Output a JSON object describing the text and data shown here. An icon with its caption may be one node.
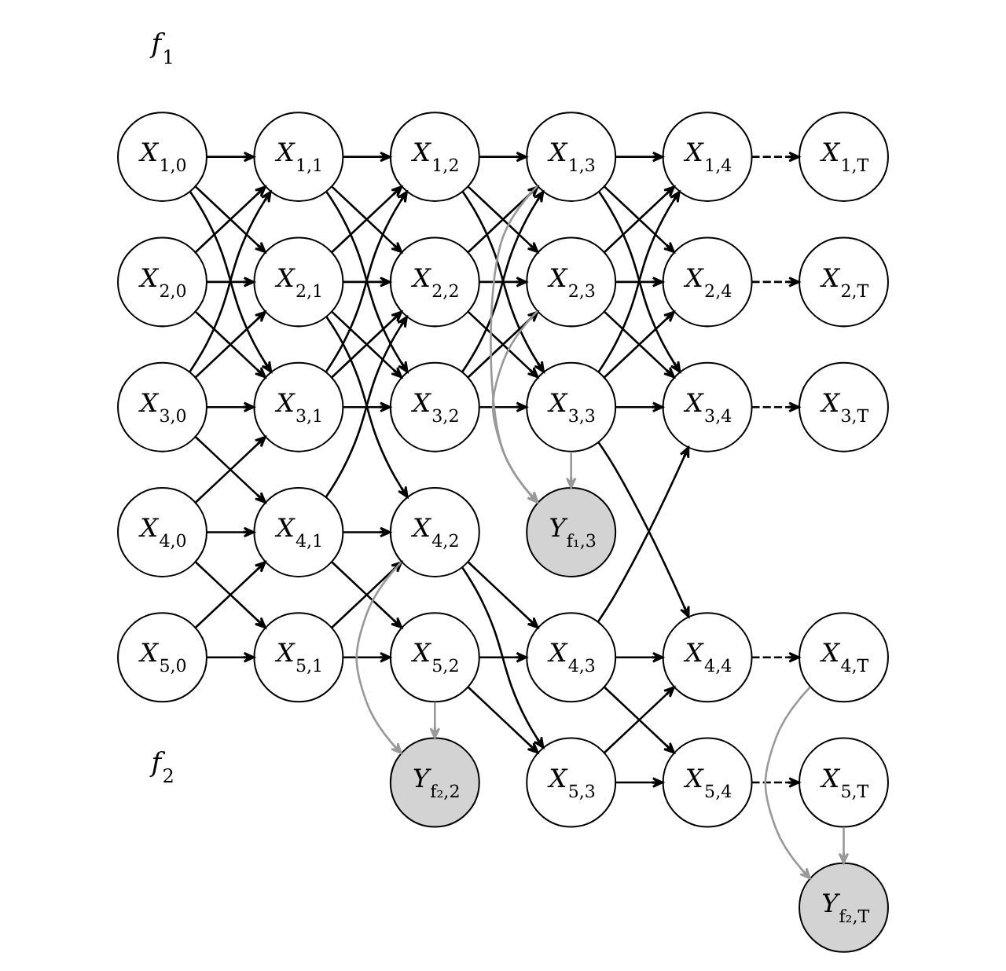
{
  "diagram": {
    "nodes": [
      {
        "text": [
          "X$_{1,0}$"
        ]
      },
      {
        "text": [
          "X$_{1,1}$"
        ]
      },
      {
        "text": [
          "X$_{1,2}$"
        ]
      },
      {
        "text": [
          "X$_{1,3}$"
        ]
      },
      {
        "text": [
          "X$_{1,4}$"
        ]
      },
      {
        "text": [
          "X$_{1,T}$"
        ]
      },
      {
        "text": [
          "X$_{2,0}$"
        ]
      },
      {
        "text": [
          "X$_{2,1}$"
        ]
      },
      {
        "text": [
          "X$_{2,2}$"
        ]
      },
      {
        "text": [
          "X$_{2,3}$"
        ]
      },
      {
        "text": [
          "X$_{2,4}$"
        ]
      },
      {
        "text": [
          "X$_{2,T}$"
        ]
      },
      {
        "text": [
          "X$_{3,0}$"
        ]
      },
      {
        "text": [
          "X$_{3,1}$"
        ]
      },
      {
        "text": [
          "X$_{3,2}$"
        ]
      },
      {
        "text": [
          "X$_{3,3}$"
        ]
      },
      {
        "text": [
          "X$_{3,4}$"
        ]
      },
      {
        "text": [
          "X$_{3,T}$"
        ]
      },
      {
        "text": [
          "Y$_{f₁,3}$"
        ]
      },
      {
        "text": [
          "X$_{4,0}$"
        ]
      },
      {
        "text": [
          "X$_{4,1}$"
        ]
      },
      {
        "text": [
          "X$_{4,2}$"
        ]
      },
      {
        "text": [
          "X$_{4,3}$"
        ]
      },
      {
        "text": [
          "X$_{4,4}$"
        ]
      },
      {
        "text": [
          "X$_{4,T}$"
        ]
      },
      {
        "text": [
          "X$_{5,0}$"
        ]
      },
      {
        "text": [
          "X$_{5,1}$"
        ]
      },
      {
        "text": [
          "X$_{5,2}$"
        ]
      },
      {
        "text": [
          "X$_{5,3}$"
        ]
      },
      {
        "text": [
          "X$_{5,4}$"
        ]
      },
      {
        "text": [
          "X$_{5,T}$"
        ]
      },
      {
        "text": [
          "Y$_{f₂,2}$"
        ]
      },
      {
        "text": [
          "Y$_{f₂,T}$"
        ]
      }
    ],
    "edges": [
      {
        "from": 0,
        "to": 1,
        "arrow": "to"
      },
      {
        "from": 0,
        "to": 7,
        "arrow": "to"
      },
      {
        "from": 0,
        "to": 13,
        "arrow": "to"
      },
      {
        "from": 6,
        "to": 1,
        "arrow": "to"
      },
      {
        "from": 6,
        "to": 7,
        "arrow": "to"
      },
      {
        "from": 6,
        "to": 13,
        "arrow": "to"
      },
      {
        "from": 12,
        "to": 1,
        "arrow": "to"
      },
      {
        "from": 12,
        "to": 7,
        "arrow": "to"
      },
      {
        "from": 12,
        "to": 13,
        "arrow": "to"
      },
      {
        "from": 12,
        "to": 20,
        "arrow": "to"
      },
      {
        "from": 19,
        "to": 13,
        "arrow": "to"
      },
      {
        "from": 19,
        "to": 20,
        "arrow": "to"
      },
      {
        "from": 19,
        "to": 26,
        "arrow": "to"
      },
      {
        "from": 25,
        "to": 20,
        "arrow": "to"
      },
      {
        "from": 25,
        "to": 26,
        "arrow": "to"
      },
      {
        "from": 1,
        "to": 2,
        "arrow": "to"
      },
      {
        "from": 1,
        "to": 8,
        "arrow": "to"
      },
      {
        "from": 1,
        "to": 14,
        "arrow": "to"
      },
      {
        "from": 7,
        "to": 2,
        "arrow": "to"
      },
      {
        "from": 7,
        "to": 8,
        "arrow": "to"
      },
      {
        "from": 7,
        "to": 14,
        "arrow": "to"
      },
      {
        "from": 13,
        "to": 2,
        "arrow": "to"
      },
      {
        "from": 13,
        "to": 8,
        "arrow": "to"
      },
      {
        "from": 13,
        "to": 14,
        "arrow": "to"
      },
      {
        "from": 7,
        "to": 21,
        "arrow": "to"
      },
      {
        "from": 20,
        "to": 8,
        "arrow": "to"
      },
      {
        "from": 20,
        "to": 21,
        "arrow": "to"
      },
      {
        "from": 20,
        "to": 27,
        "arrow": "to"
      },
      {
        "from": 26,
        "to": 21,
        "arrow": "to"
      },
      {
        "from": 26,
        "to": 27,
        "arrow": "to"
      },
      {
        "from": 2,
        "to": 3,
        "arrow": "to"
      },
      {
        "from": 2,
        "to": 9,
        "arrow": "to"
      },
      {
        "from": 2,
        "to": 15,
        "arrow": "to"
      },
      {
        "from": 8,
        "to": 3,
        "arrow": "to"
      },
      {
        "from": 8,
        "to": 9,
        "arrow": "to"
      },
      {
        "from": 8,
        "to": 15,
        "arrow": "to"
      },
      {
        "from": 14,
        "to": 3,
        "arrow": "to"
      },
      {
        "from": 14,
        "to": 9,
        "arrow": "to"
      },
      {
        "from": 14,
        "to": 15,
        "arrow": "to"
      },
      {
        "from": 21,
        "to": 22,
        "arrow": "to"
      },
      {
        "from": 21,
        "to": 28,
        "arrow": "to"
      },
      {
        "from": 27,
        "to": 22,
        "arrow": "to"
      },
      {
        "from": 27,
        "to": 28,
        "arrow": "to"
      },
      {
        "from": 3,
        "to": 4,
        "arrow": "to"
      },
      {
        "from": 3,
        "to": 10,
        "arrow": "to"
      },
      {
        "from": 3,
        "to": 16,
        "arrow": "to"
      },
      {
        "from": 9,
        "to": 4,
        "arrow": "to"
      },
      {
        "from": 9,
        "to": 10,
        "arrow": "to"
      },
      {
        "from": 9,
        "to": 16,
        "arrow": "to"
      },
      {
        "from": 15,
        "to": 4,
        "arrow": "to"
      },
      {
        "from": 15,
        "to": 10,
        "arrow": "to"
      },
      {
        "from": 15,
        "to": 16,
        "arrow": "to"
      },
      {
        "from": 15,
        "to": 23,
        "arrow": "to"
      },
      {
        "from": 22,
        "to": 16,
        "arrow": "to"
      },
      {
        "from": 22,
        "to": 23,
        "arrow": "to"
      },
      {
        "from": 22,
        "to": 29,
        "arrow": "to"
      },
      {
        "from": 28,
        "to": 23,
        "arrow": "to"
      },
      {
        "from": 28,
        "to": 29,
        "arrow": "to"
      },
      {
        "from": 4,
        "to": 5,
        "arrow": "to",
        "style": "dashed"
      },
      {
        "from": 10,
        "to": 11,
        "arrow": "to",
        "style": "dashed"
      },
      {
        "from": 16,
        "to": 17,
        "arrow": "to",
        "style": "dashed"
      },
      {
        "from": 23,
        "to": 24,
        "arrow": "to",
        "style": "dashed"
      },
      {
        "from": 29,
        "to": 30,
        "arrow": "to",
        "style": "dashed"
      },
      {
        "from": 3,
        "to": 18,
        "arrow": "to",
        "color": "#999999"
      },
      {
        "from": 9,
        "to": 18,
        "arrow": "to",
        "color": "#999999"
      },
      {
        "from": 15,
        "to": 18,
        "arrow": "to",
        "color": "#999999"
      },
      {
        "from": 21,
        "to": 31,
        "arrow": "to",
        "color": "#999999"
      },
      {
        "from": 27,
        "to": 31,
        "arrow": "to",
        "color": "#999999"
      },
      {
        "from": 24,
        "to": 32,
        "arrow": "to",
        "color": "#999999"
      },
      {
        "from": 30,
        "to": 32,
        "arrow": "to",
        "color": "#999999"
      }
    ],
    "labels": [
      "f$_{1}$",
      "f$_{2}$"
    ]
  }
}
